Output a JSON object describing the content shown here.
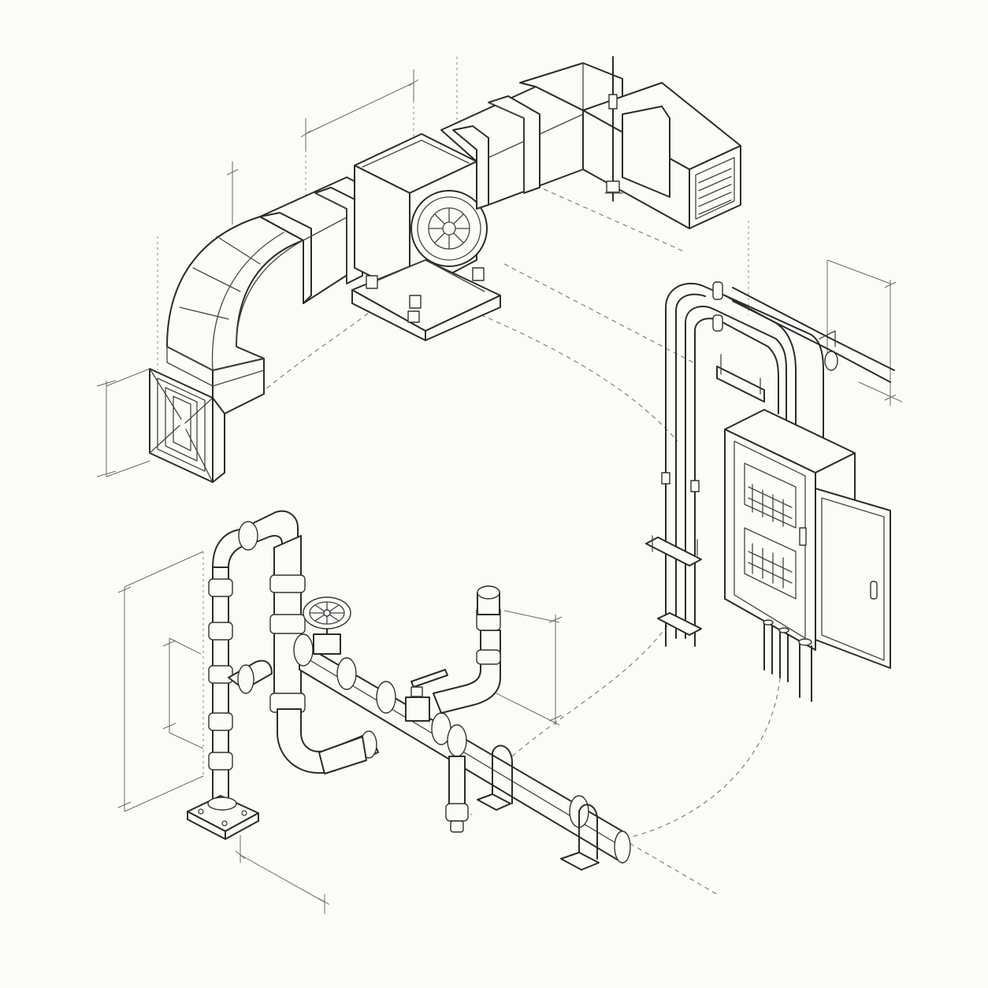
{
  "drawing": {
    "background": "#fbfbf8",
    "line_color": "#2b2b2b",
    "dimension_color": "#6a6a6a",
    "hidden_line_color": "#777777",
    "components": [
      {
        "id": "supply-grille",
        "icon": "square-diffuser-icon"
      },
      {
        "id": "duct-elbow",
        "icon": "duct-elbow-icon"
      },
      {
        "id": "inline-fan",
        "icon": "fan-icon"
      },
      {
        "id": "straight-duct",
        "icon": "duct-icon"
      },
      {
        "id": "louvered-outlet",
        "icon": "louver-icon"
      },
      {
        "id": "hanger-rod",
        "icon": "threaded-rod-icon"
      },
      {
        "id": "conduit-run",
        "icon": "conduit-icon"
      },
      {
        "id": "electrical-panel",
        "icon": "breaker-panel-icon"
      },
      {
        "id": "pipe-manifold",
        "icon": "pipe-icon"
      },
      {
        "id": "gate-valve",
        "icon": "handwheel-valve-icon"
      },
      {
        "id": "ball-valve",
        "icon": "ball-valve-icon"
      },
      {
        "id": "floor-flange",
        "icon": "base-flange-icon"
      },
      {
        "id": "pipe-supports",
        "icon": "pipe-support-icon"
      }
    ]
  }
}
